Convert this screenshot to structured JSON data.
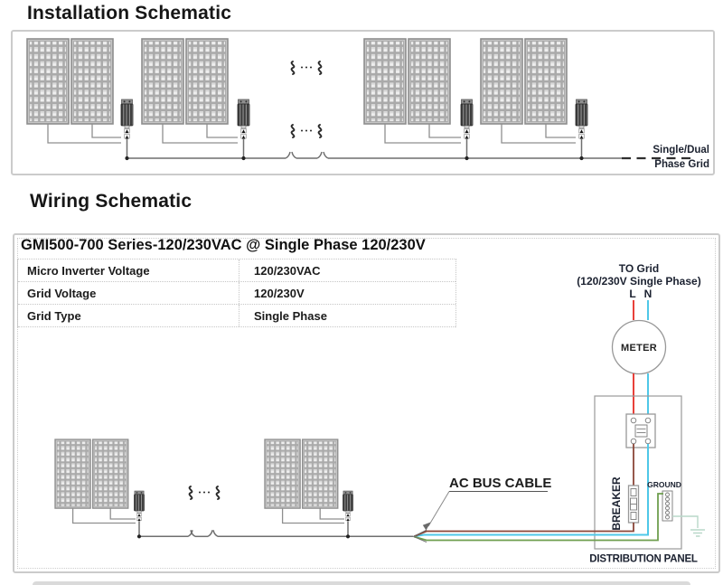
{
  "installation": {
    "title": "Installation Schematic",
    "grid_label_line1": "Single/Dual",
    "grid_label_line2": "Phase Grid"
  },
  "wiring": {
    "title": "Wiring Schematic",
    "subtitle": "GMI500-700 Series-120/230VAC @ Single Phase 120/230V",
    "table": {
      "rows": [
        {
          "label": "Micro Inverter Voltage",
          "value": "120/230VAC"
        },
        {
          "label": "Grid Voltage",
          "value": "120/230V"
        },
        {
          "label": "Grid Type",
          "value": "Single Phase"
        }
      ]
    },
    "labels": {
      "to_grid_line1": "TO Grid",
      "to_grid_line2": "(120/230V Single Phase)",
      "line": "L",
      "neutral": "N",
      "meter": "METER",
      "breaker": "BREAKER",
      "ground": "GROUND",
      "distribution_panel": "DISTRIBUTION PANEL",
      "ac_bus_cable": "AC BUS CABLE"
    },
    "colors": {
      "line_wire": "#e8403a",
      "neutral_wire": "#4fc8e8",
      "load_wire": "#8a4638",
      "ground_wire": "#6f9e4f",
      "earth_line": "#b9d8c9"
    }
  }
}
